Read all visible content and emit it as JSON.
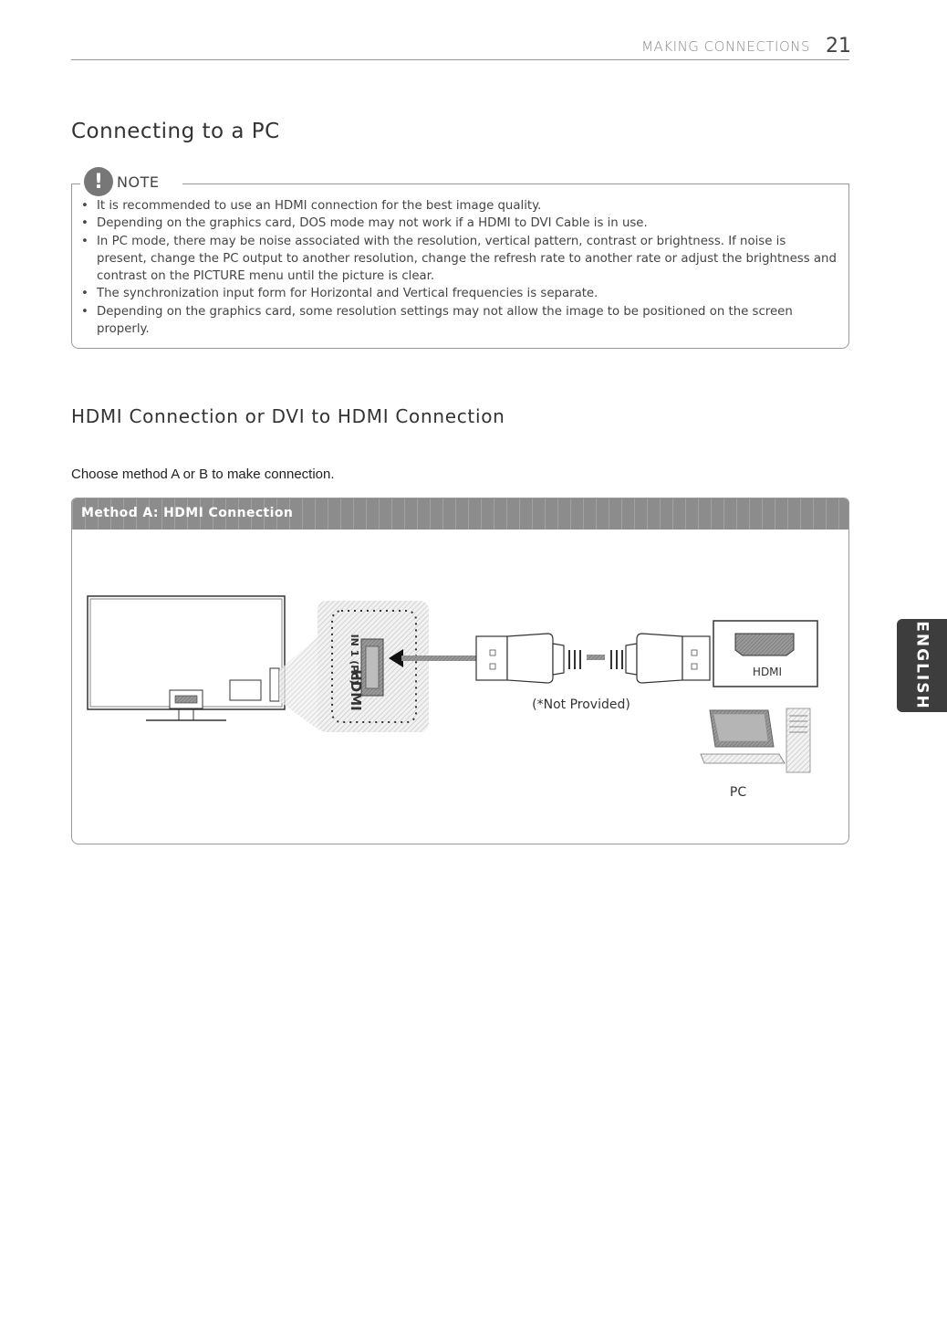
{
  "header": {
    "running_head": "MAKING CONNECTIONS",
    "page_number": "21"
  },
  "section_title": "Connecting to a PC",
  "note": {
    "icon": "exclamation-icon",
    "label": "NOTE",
    "items": [
      "It is recommended to use an HDMI connection for the best image quality.",
      "Depending on the graphics card, DOS mode may not work if a HDMI to DVI Cable is in use.",
      "In PC mode, there may be noise associated with the resolution, vertical pattern, contrast or brightness. If noise is present, change the PC output to another resolution, change the refresh rate to another rate or adjust the brightness and contrast on the PICTURE menu until the picture is clear.",
      "The synchronization input form for Horizontal and Vertical frequencies is separate.",
      "Depending on the graphics card, some resolution settings may not allow the image to be positioned on the screen properly."
    ]
  },
  "subsection_title": "HDMI Connection or DVI to HDMI Connection",
  "instruction": "Choose method A or B to make connection.",
  "method_a": {
    "header": "Method A: HDMI Connection",
    "tv_port_label": "IN 1 (PC)",
    "cable_note": "(*Not Provided)",
    "pc_port_label": "HDMI",
    "pc_label": "PC"
  },
  "side_tab": "ENGLISH"
}
